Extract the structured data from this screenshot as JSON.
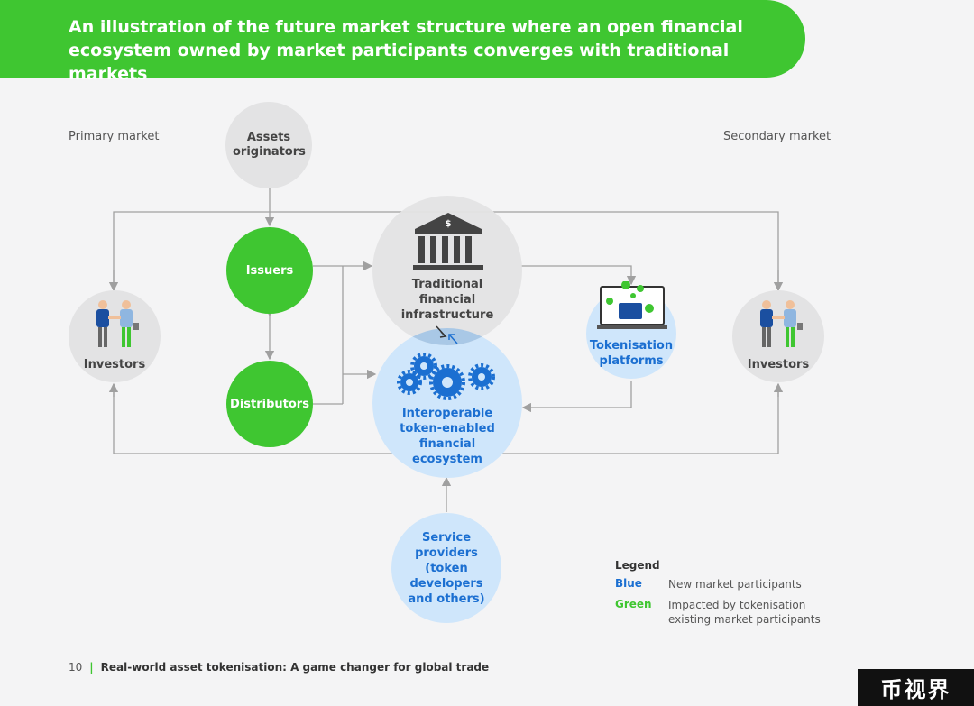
{
  "title": "An illustration of the future market structure where an open financial ecosystem owned by market participants converges with traditional markets",
  "labels": {
    "primary_market": "Primary market",
    "secondary_market": "Secondary market"
  },
  "nodes": {
    "assets_originators": "Assets originators",
    "issuers": "Issuers",
    "distributors": "Distributors",
    "traditional_infrastructure": "Traditional financial infrastructure",
    "interoperable_ecosystem": "Interoperable token-enabled financial ecosystem",
    "tokenisation_platforms": "Tokenisation platforms",
    "investors_left": "Investors",
    "investors_right": "Investors",
    "service_providers": "Service providers (token developers and others)"
  },
  "legend": {
    "title": "Legend",
    "blue_key": "Blue",
    "blue_desc": "New market participants",
    "green_key": "Green",
    "green_desc": "Impacted by tokenisation existing market participants"
  },
  "footer": {
    "page": "10",
    "separator": "|",
    "title": "Real-world asset tokenisation: A game changer for global trade"
  },
  "watermark": "币视界",
  "colors": {
    "green": "#3fc631",
    "blue": "#1b6fd1",
    "light_blue": "#cfe6fb",
    "grey": "#e3e3e4",
    "arrow": "#a0a0a0"
  }
}
